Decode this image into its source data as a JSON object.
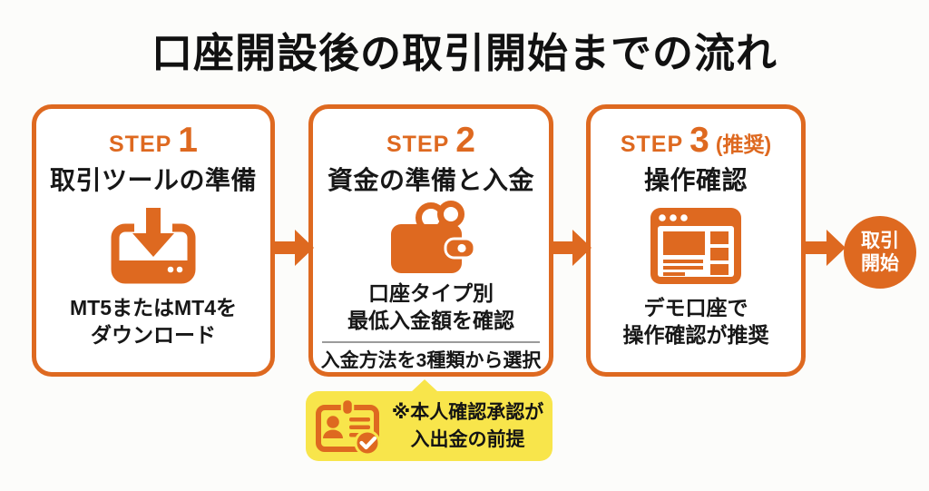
{
  "title": "口座開設後の取引開始までの流れ",
  "colors": {
    "accent_orange": "#DE6920",
    "note_yellow": "#F8E54B",
    "text_black": "#171717",
    "card_bg": "#FFFFFF",
    "divider_gray": "#9B9B9B"
  },
  "steps": [
    {
      "label": "STEP",
      "number": "1",
      "title": "取引ツールの準備",
      "icon": "download-device-icon",
      "lines": [
        "MT5またはMT4を",
        "ダウンロード"
      ]
    },
    {
      "label": "STEP",
      "number": "2",
      "title": "資金の準備と入金",
      "icon": "wallet-icon",
      "lines": [
        "口座タイプ別",
        "最低入金額を確認"
      ],
      "footer": "入金方法を3種類から選択"
    },
    {
      "label": "STEP",
      "number": "3",
      "suffix": "(推奨)",
      "title": "操作確認",
      "icon": "browser-window-icon",
      "lines": [
        "デモ口座で",
        "操作確認が推奨"
      ]
    }
  ],
  "goal": {
    "lines": [
      "取引",
      "開始"
    ]
  },
  "note": {
    "icon": "id-card-check-icon",
    "lines": [
      "※本人確認承認が",
      "入出金の前提"
    ]
  }
}
